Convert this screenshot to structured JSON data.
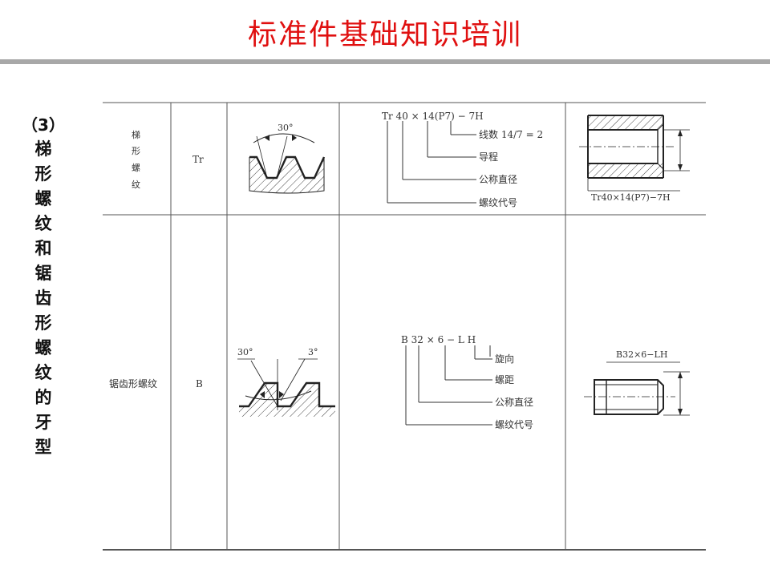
{
  "page": {
    "title": "标准件基础知识培训",
    "side_number": "（3）",
    "side_chars": [
      "梯",
      "形",
      "螺",
      "纹",
      "和",
      "锯",
      "齿",
      "形",
      "螺",
      "纹",
      "的",
      "牙",
      "型"
    ]
  },
  "rows": [
    {
      "name_chars": [
        "梯",
        "形",
        "螺",
        "纹"
      ],
      "code": "Tr",
      "angle": "30°",
      "marking": "Tr 40 × 14(P7) − 7H",
      "callouts": [
        "线数 14/7 = 2",
        "导程",
        "公称直径",
        "螺纹代号"
      ],
      "drawing_label": "Tr40×14(P7)−7H"
    },
    {
      "name": "锯齿形螺纹",
      "code": "B",
      "angle_left": "30°",
      "angle_right": "3°",
      "marking": "B  32 ×  6  −  L  H",
      "callouts": [
        "旋向",
        "螺距",
        "公称直径",
        "螺纹代号"
      ],
      "drawing_label": "B32×6−LH"
    }
  ]
}
